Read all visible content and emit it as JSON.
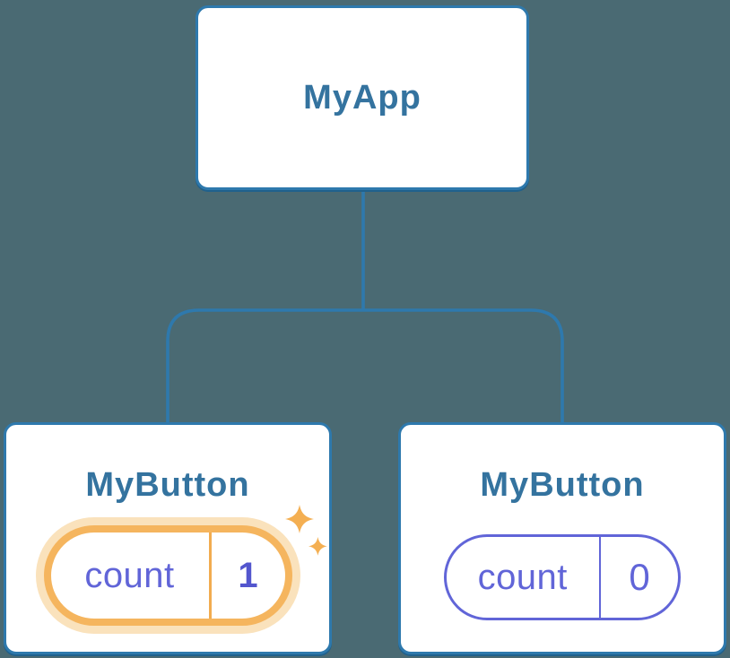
{
  "diagram": {
    "description": "React component tree showing isolated state",
    "background_color": "#4A6A73",
    "palette": {
      "node_background": "#FFFFFF",
      "node_border_blue": "#2E79AD",
      "connector_blue": "#2E79AD",
      "title_blue": "#34739F",
      "state_purple": "#6165D8",
      "value_bold_purple": "#5356CE",
      "highlight_orange": "#F5B55E",
      "highlight_glow": "#FAE2BC",
      "divider_orange": "#F2AC4F",
      "sparkle_orange": "#F4AF52"
    }
  },
  "tree": {
    "root": {
      "label": "MyApp"
    },
    "children": [
      {
        "label": "MyButton",
        "state": {
          "name": "count",
          "value": "1"
        },
        "highlighted": true,
        "icon": "sparkles-icon"
      },
      {
        "label": "MyButton",
        "state": {
          "name": "count",
          "value": "0"
        },
        "highlighted": false
      }
    ]
  }
}
